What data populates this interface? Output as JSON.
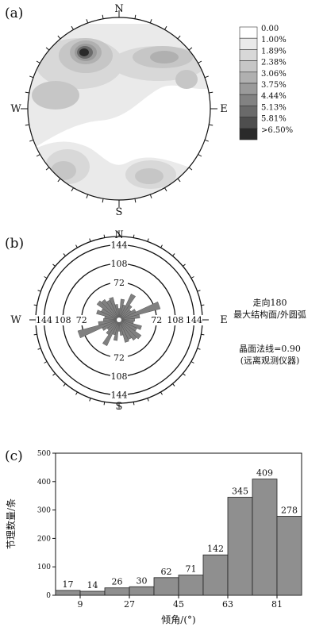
{
  "chart_data": [
    {
      "type": "heatmap",
      "panel_label": "(a)",
      "directions": {
        "n": "N",
        "e": "E",
        "s": "S",
        "w": "W"
      },
      "legend": [
        "0.00",
        "1.00%",
        "1.89%",
        "2.38%",
        "3.06%",
        "3.75%",
        "4.44%",
        "5.13%",
        "5.81%",
        ">6.50%"
      ],
      "legend_colors": [
        "#ffffff",
        "#eaeaea",
        "#d8d8d8",
        "#c6c6c6",
        "#b0b0b0",
        "#9a9a9a",
        "#828282",
        "#6a6a6a",
        "#4e4e4e",
        "#2a2a2a"
      ]
    },
    {
      "type": "rose",
      "panel_label": "(b)",
      "directions": {
        "n": "N",
        "e": "E",
        "s": "S",
        "w": "W"
      },
      "ring_labels": [
        "72",
        "108",
        "144"
      ],
      "ring_values": [
        72,
        108,
        144
      ],
      "max_value": 160,
      "petals": [
        {
          "az": 0,
          "r": 22
        },
        {
          "az": 10,
          "r": 40
        },
        {
          "az": 20,
          "r": 30
        },
        {
          "az": 30,
          "r": 55
        },
        {
          "az": 40,
          "r": 35
        },
        {
          "az": 50,
          "r": 28
        },
        {
          "az": 60,
          "r": 36
        },
        {
          "az": 70,
          "r": 82
        },
        {
          "az": 80,
          "r": 40
        },
        {
          "az": 90,
          "r": 30
        },
        {
          "az": 100,
          "r": 28
        },
        {
          "az": 110,
          "r": 45
        },
        {
          "az": 120,
          "r": 38
        },
        {
          "az": 130,
          "r": 52
        },
        {
          "az": 140,
          "r": 48
        },
        {
          "az": 150,
          "r": 42
        },
        {
          "az": 160,
          "r": 45
        },
        {
          "az": 170,
          "r": 30
        }
      ],
      "notes": [
        "走向180",
        "最大结构面/外圆弧",
        "晶面法线=0.90",
        "(远离观测仪器)"
      ]
    },
    {
      "type": "bar",
      "panel_label": "(c)",
      "values": [
        17,
        14,
        26,
        30,
        62,
        71,
        142,
        345,
        409,
        278
      ],
      "x_ticks": [
        "9",
        "27",
        "45",
        "63",
        "81"
      ],
      "x_tick_values": [
        9,
        27,
        45,
        63,
        81
      ],
      "bin_width": 9,
      "xlim": [
        0,
        90
      ],
      "y_ticks": [
        "0",
        "100",
        "200",
        "300",
        "400",
        "500"
      ],
      "ylim": [
        0,
        500
      ],
      "xlabel": "倾角/(°)",
      "ylabel": "节理数量/条",
      "bar_color": "#8f8f8f"
    }
  ]
}
